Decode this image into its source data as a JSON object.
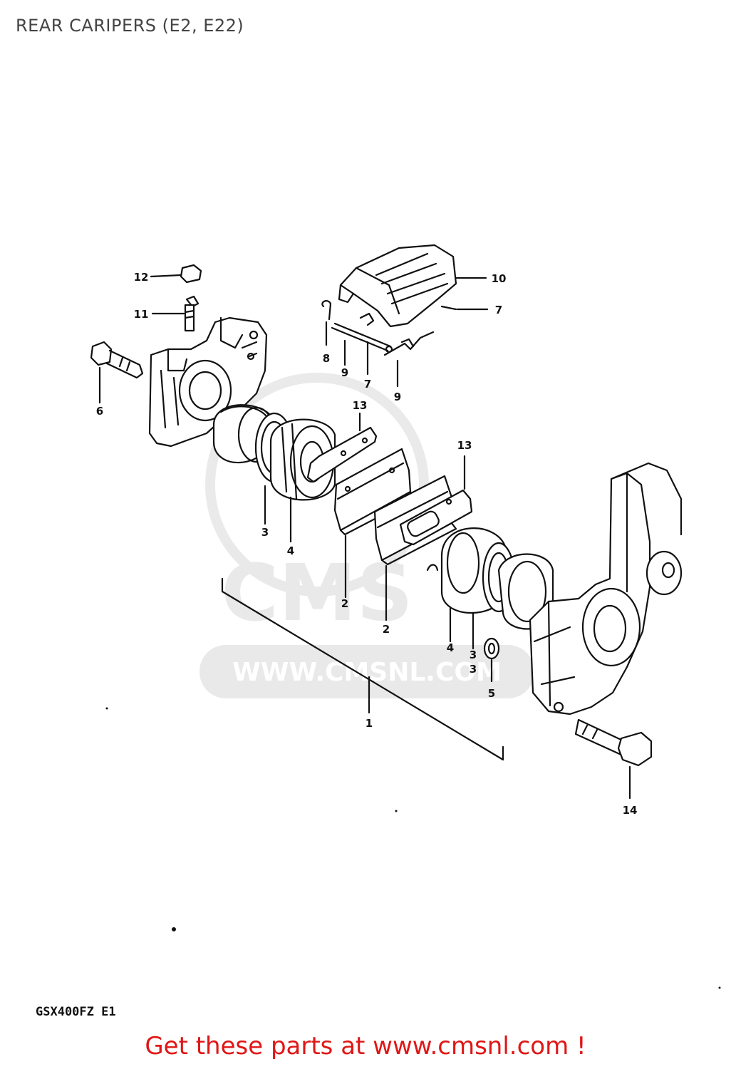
{
  "page": {
    "title": "REAR CARIPERS (E2, E22)",
    "model_code": "GSX400FZ E1",
    "footer_link": "Get these parts at www.cmsnl.com !"
  },
  "watermark": {
    "logo_text": "CMS",
    "url_text": "WWW.CMSNL.COM"
  },
  "callouts": {
    "c1": "1",
    "c2a": "2",
    "c2b": "2",
    "c3a": "3",
    "c3b": "3",
    "c3c": "3",
    "c4a": "4",
    "c4b": "4",
    "c5": "5",
    "c6": "6",
    "c7a": "7",
    "c7b": "7",
    "c8": "8",
    "c9a": "9",
    "c9b": "9",
    "c10": "10",
    "c11": "11",
    "c12": "12",
    "c13a": "13",
    "c13b": "13",
    "c14": "14"
  },
  "colors": {
    "footer_link": "#e01616",
    "watermark": "#d8d8d8"
  }
}
